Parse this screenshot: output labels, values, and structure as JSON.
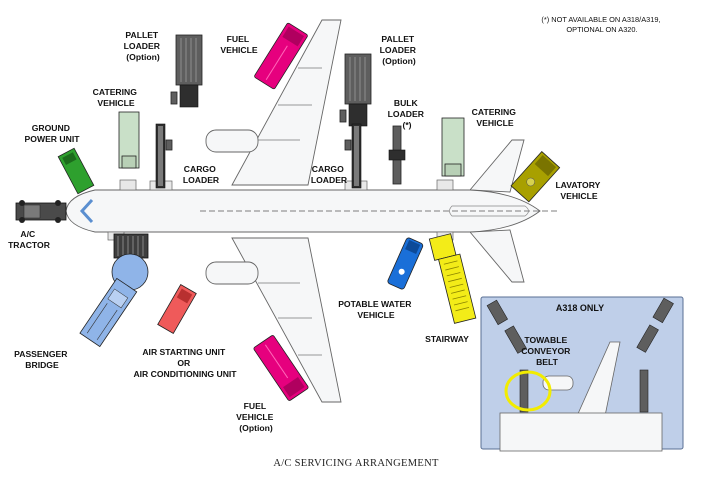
{
  "note": [
    "(*) NOT AVAILABLE ON A318/A319,",
    "OPTIONAL ON A320."
  ],
  "caption": "A/C SERVICING ARRANGEMENT",
  "inset": {
    "title": "A318 ONLY",
    "label": [
      "TOWABLE",
      "CONVEYOR",
      "BELT"
    ]
  },
  "labels": {
    "pallet_loader_left": [
      "PALLET",
      "LOADER",
      "(Option)"
    ],
    "fuel_vehicle_top": [
      "FUEL",
      "VEHICLE"
    ],
    "pallet_loader_right": [
      "PALLET",
      "LOADER",
      "(Option)"
    ],
    "catering_vehicle_left": [
      "CATERING",
      "VEHICLE"
    ],
    "ground_power_unit": [
      "GROUND",
      "POWER UNIT"
    ],
    "cargo_loader_left": [
      "CARGO",
      "LOADER"
    ],
    "cargo_loader_right": [
      "CARGO",
      "LOADER"
    ],
    "bulk_loader": [
      "BULK",
      "LOADER",
      "(*)"
    ],
    "catering_vehicle_right": [
      "CATERING",
      "VEHICLE"
    ],
    "lavatory_vehicle": [
      "LAVATORY",
      "VEHICLE"
    ],
    "tractor": [
      "A/C",
      "TRACTOR"
    ],
    "potable_water_vehicle": [
      "POTABLE WATER",
      "VEHICLE"
    ],
    "stairway": [
      "STAIRWAY"
    ],
    "passenger_bridge": [
      "PASSENGER",
      "BRIDGE"
    ],
    "air_starting_unit": [
      "AIR STARTING UNIT",
      "OR",
      "AIR CONDITIONING UNIT"
    ],
    "fuel_vehicle_bottom": [
      "FUEL",
      "VEHICLE",
      "(Option)"
    ]
  },
  "colors": {
    "fuel_vehicle": "#e6007e",
    "ground_power_unit": "#2ea02e",
    "catering_vehicle": "#c9e0c8",
    "lavatory_vehicle": "#a8a000",
    "potable_water_vehicle": "#1a6fd8",
    "stairway": "#f3ec18",
    "passenger_bridge": "#8fb4e8",
    "air_starting_unit": "#ef5a5a",
    "inset_background": "#bfcfe9",
    "conveyor_highlight": "#f2ec00",
    "loader": "#5e5e5e"
  }
}
